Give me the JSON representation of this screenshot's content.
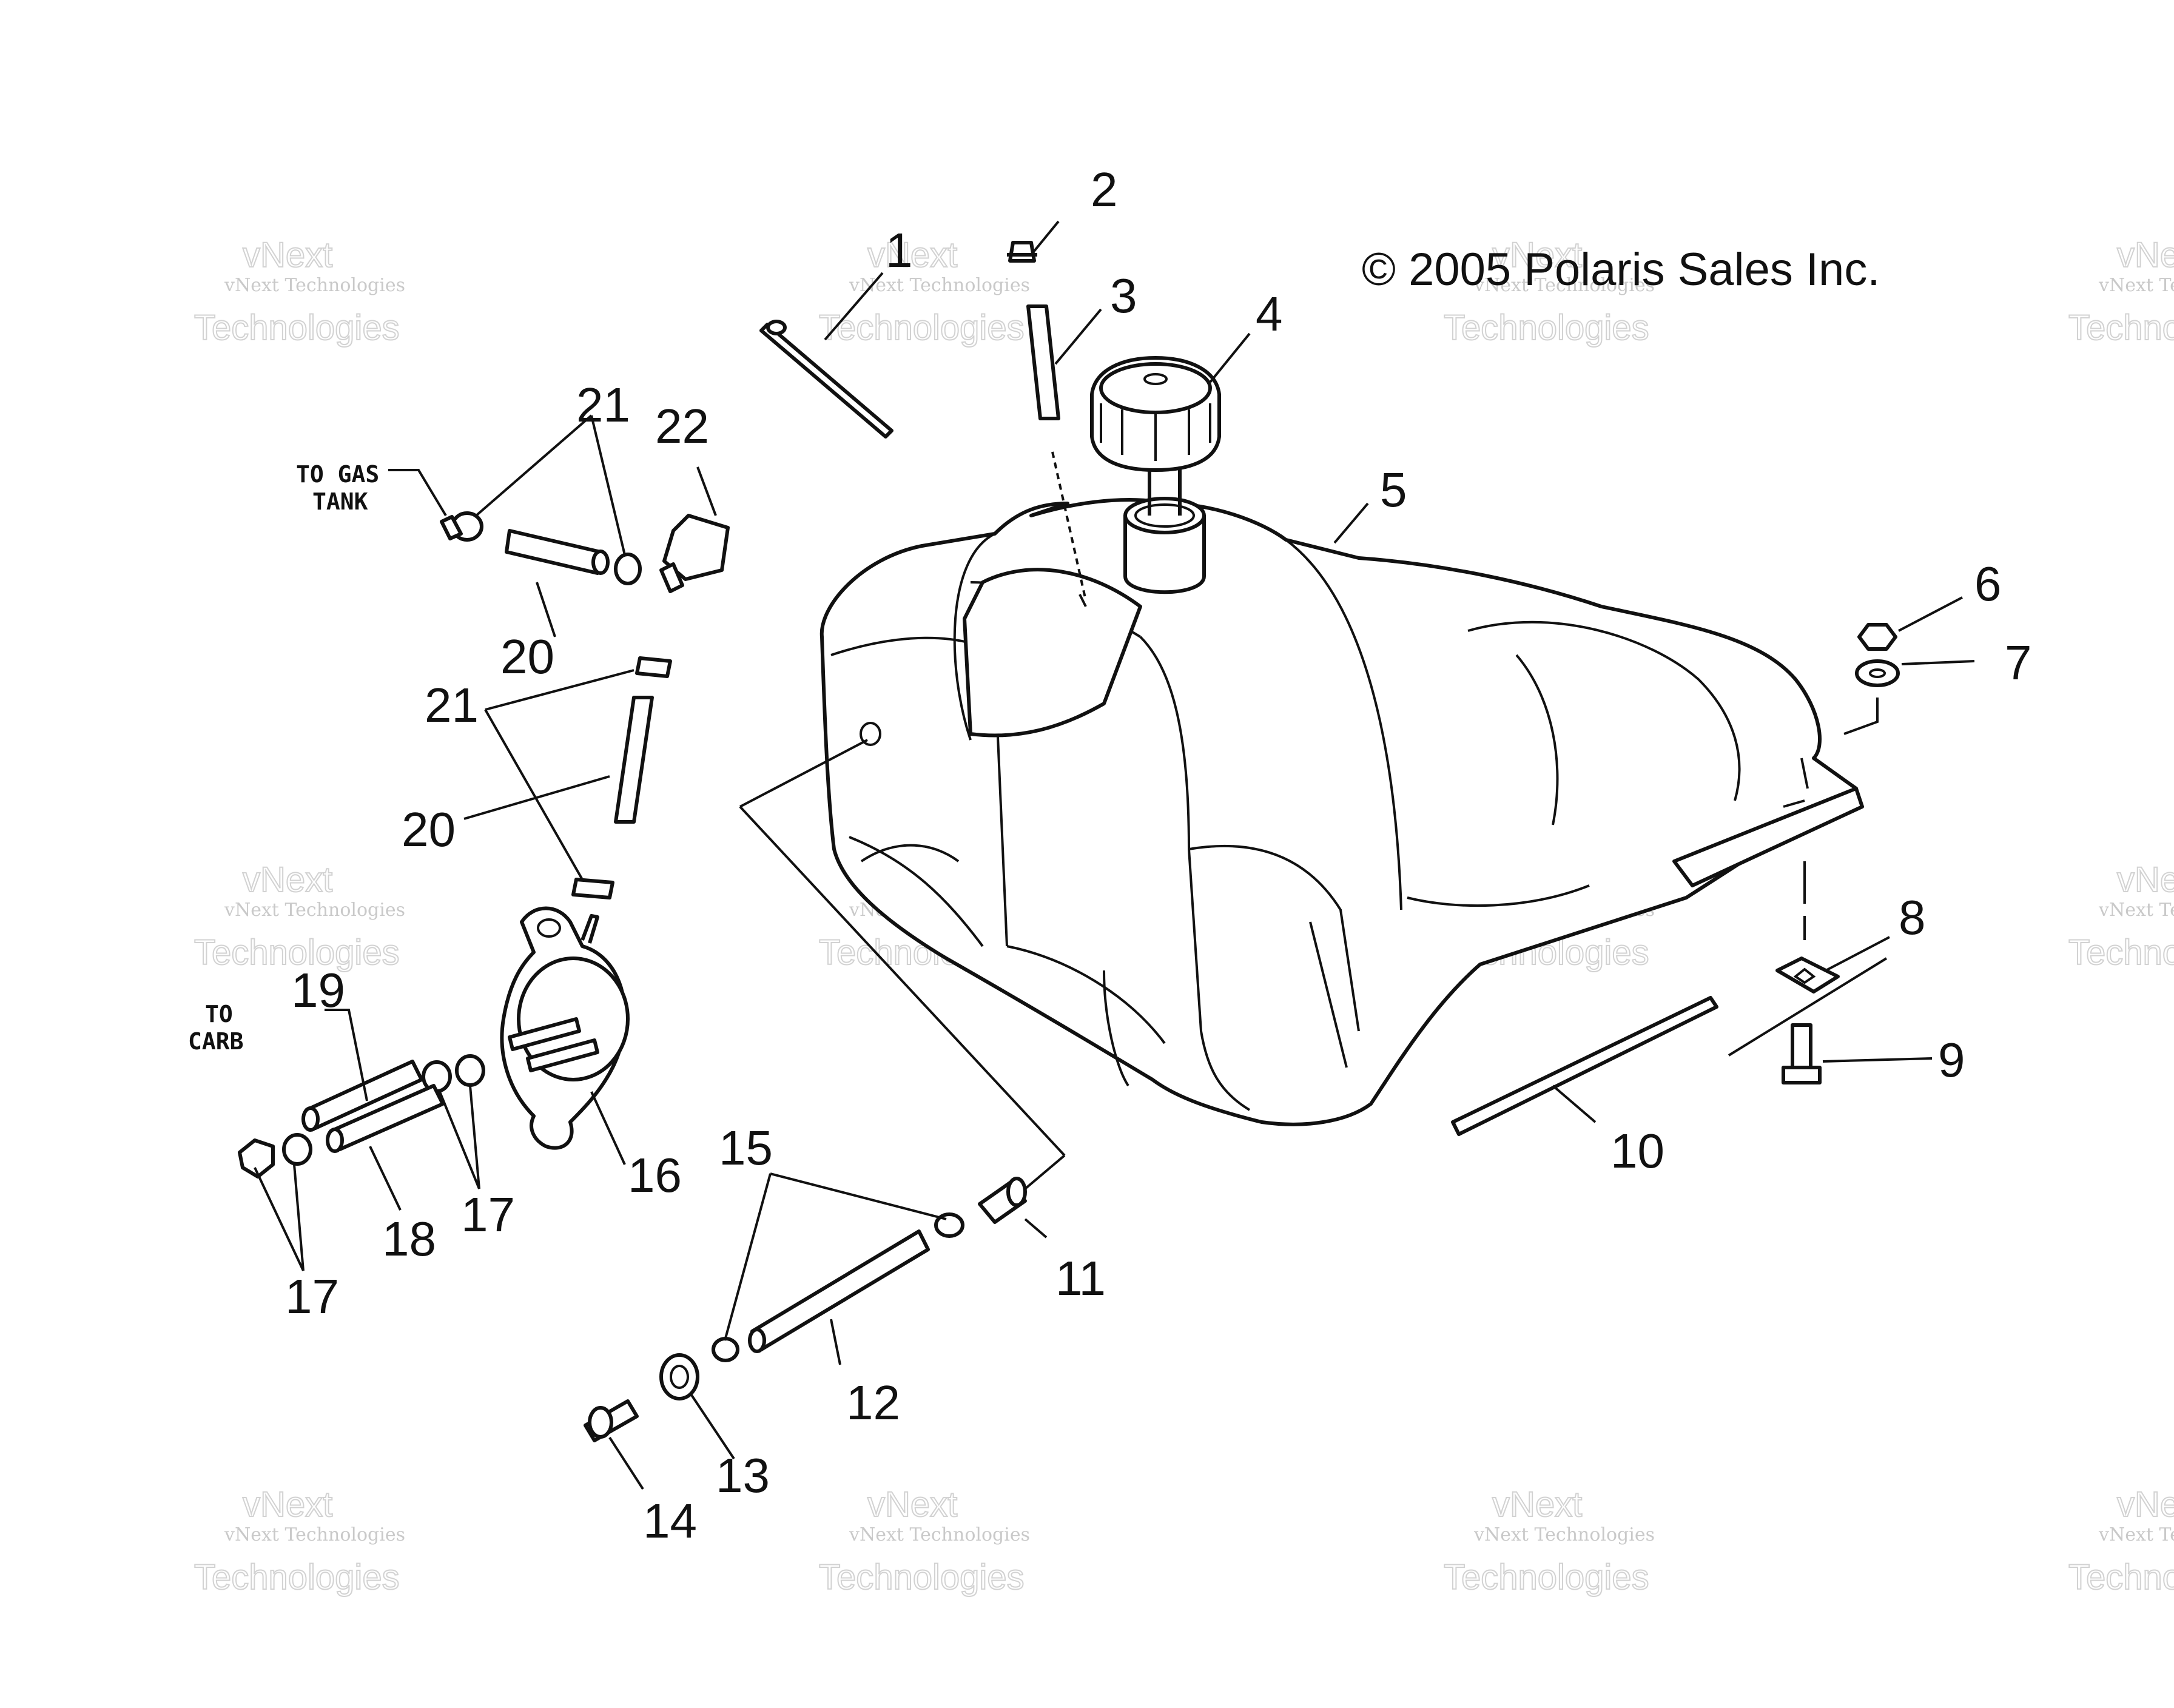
{
  "copyright": "© 2005 Polaris Sales Inc.",
  "watermark": {
    "line1": "vNext Technologies",
    "line2": "vNext",
    "line3": "Technologies"
  },
  "notes": {
    "to_gas_1": "TO GAS",
    "to_gas_2": "TANK",
    "to_carb_1": "TO",
    "to_carb_2": "CARB"
  },
  "callouts": {
    "c1": "1",
    "c2": "2",
    "c3": "3",
    "c4": "4",
    "c5": "5",
    "c6": "6",
    "c7": "7",
    "c8": "8",
    "c9": "9",
    "c10": "10",
    "c11": "11",
    "c12": "12",
    "c13": "13",
    "c14": "14",
    "c15": "15",
    "c16": "16",
    "c17a": "17",
    "c17b": "17",
    "c18": "18",
    "c19": "19",
    "c20a": "20",
    "c20b": "20",
    "c21a": "21",
    "c21b": "21",
    "c22": "22"
  }
}
